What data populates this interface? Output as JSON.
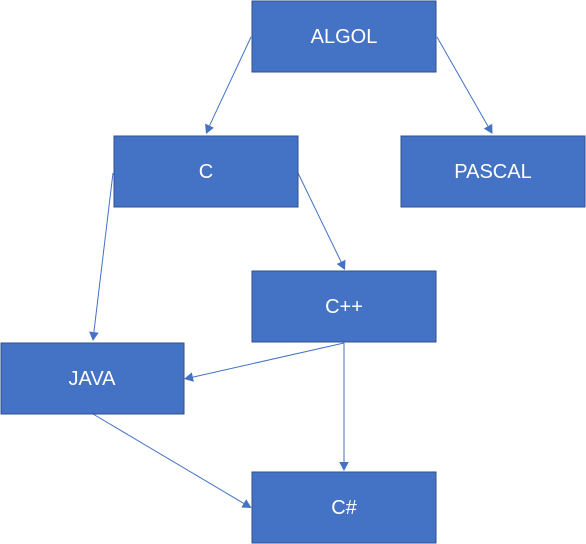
{
  "diagram": {
    "nodes": {
      "algol": "ALGOL",
      "c": "C",
      "pascal": "PASCAL",
      "cpp": "C++",
      "java": "JAVA",
      "csharp": "C#"
    },
    "edges": [
      {
        "from": "algol",
        "to": "c"
      },
      {
        "from": "algol",
        "to": "pascal"
      },
      {
        "from": "c",
        "to": "java"
      },
      {
        "from": "c",
        "to": "cpp"
      },
      {
        "from": "cpp",
        "to": "java"
      },
      {
        "from": "cpp",
        "to": "csharp"
      },
      {
        "from": "java",
        "to": "csharp"
      }
    ],
    "colors": {
      "node_fill": "#4472C4",
      "node_border": "#2F528F",
      "edge": "#4472C4",
      "label": "#FFFFFF"
    }
  }
}
